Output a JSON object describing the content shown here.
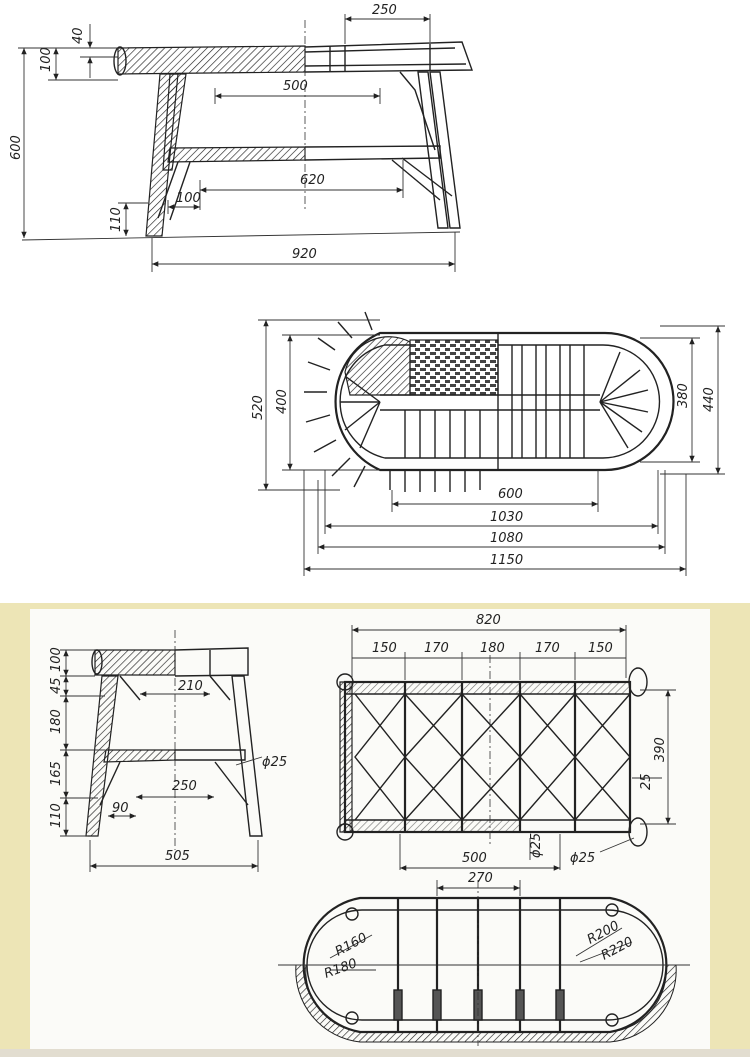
{
  "top_side_view": {
    "dims": [
      "250",
      "40",
      "100",
      "500",
      "600",
      "620",
      "100",
      "110",
      "920"
    ]
  },
  "top_plan_view": {
    "dims": [
      "520",
      "400",
      "380",
      "440",
      "600",
      "1030",
      "1080",
      "1150"
    ]
  },
  "bottom_side_view": {
    "dims": [
      "100",
      "45",
      "180",
      "165",
      "110",
      "210",
      "ϕ25",
      "250",
      "90",
      "505"
    ]
  },
  "bottom_frame_view": {
    "dims": [
      "820",
      "150",
      "170",
      "180",
      "170",
      "150",
      "390",
      "25",
      "500",
      "ϕ25",
      "ϕ25"
    ]
  },
  "bottom_oval_view": {
    "dims": [
      "270",
      "R160",
      "R180",
      "R200",
      "R220"
    ]
  }
}
